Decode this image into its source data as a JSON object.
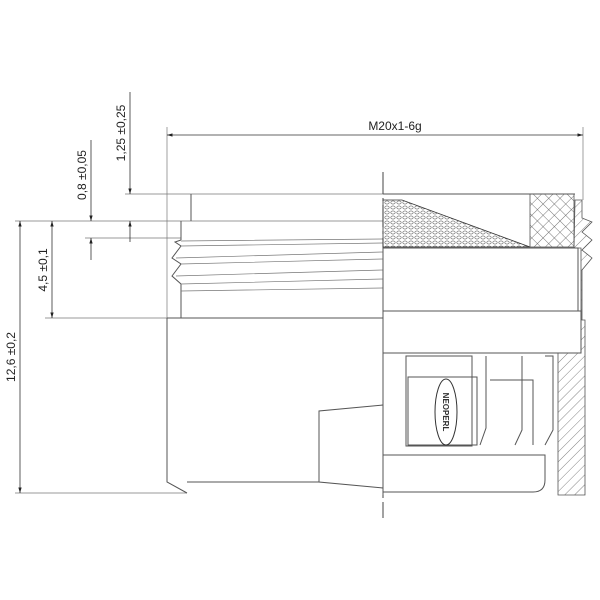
{
  "drawing": {
    "thread_label": "M20x1-6g",
    "dimensions": {
      "total_height": "12,6 ±0,2",
      "thread_length": "4,5 ±0,1",
      "step_a": "0,8 ±0,05",
      "step_b": "1,25 ±0,25"
    },
    "logo_text": "NEOPERL"
  }
}
